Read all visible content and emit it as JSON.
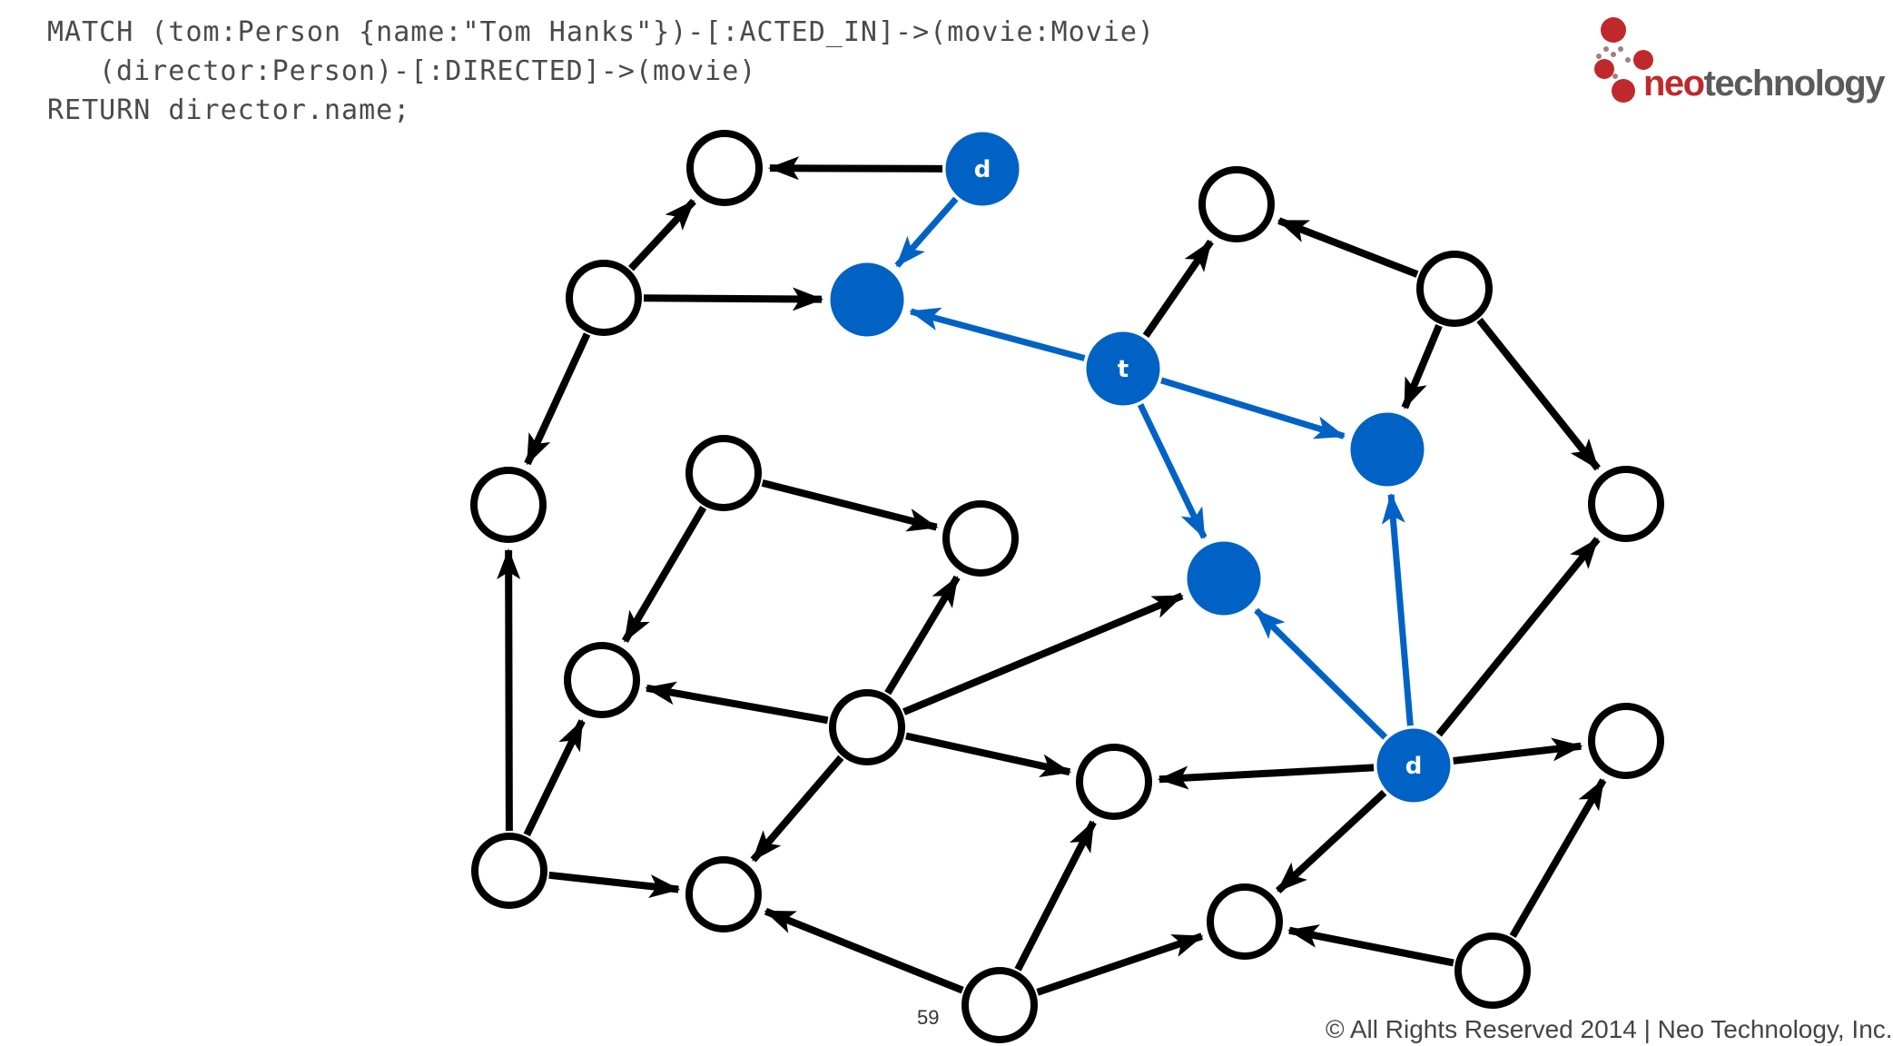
{
  "query": {
    "line1": "MATCH (tom:Person {name:\"Tom Hanks\"})-[:ACTED_IN]->(movie:Movie)",
    "line2": "(director:Person)-[:DIRECTED]->(movie)",
    "line3": "RETURN director.name;"
  },
  "logo": {
    "part1": "neo",
    "part2": "technology"
  },
  "page_number": "59",
  "copyright": "© All Rights Reserved 2014 | Neo Technology, Inc.",
  "colors": {
    "highlight": "#0062c4",
    "edge": "#000000",
    "logo_red": "#c0292b"
  },
  "graph": {
    "nodes": [
      {
        "id": "d1",
        "label": "d",
        "highlight": true
      },
      {
        "id": "m1",
        "label": "",
        "highlight": true
      },
      {
        "id": "t",
        "label": "t",
        "highlight": true
      },
      {
        "id": "m2",
        "label": "",
        "highlight": true
      },
      {
        "id": "m3",
        "label": "",
        "highlight": true
      },
      {
        "id": "d2",
        "label": "d",
        "highlight": true
      },
      {
        "id": "n_top",
        "label": "",
        "highlight": false
      },
      {
        "id": "n_left_upper",
        "label": "",
        "highlight": false
      },
      {
        "id": "n_left_mid",
        "label": "",
        "highlight": false
      },
      {
        "id": "n_mid_top",
        "label": "",
        "highlight": false
      },
      {
        "id": "n_mid_right",
        "label": "",
        "highlight": false
      },
      {
        "id": "n_mid_left",
        "label": "",
        "highlight": false
      },
      {
        "id": "n_center",
        "label": "",
        "highlight": false
      },
      {
        "id": "n_center_low",
        "label": "",
        "highlight": false
      },
      {
        "id": "n_left_bottom",
        "label": "",
        "highlight": false
      },
      {
        "id": "n_bottom_left",
        "label": "",
        "highlight": false
      },
      {
        "id": "n_bottom",
        "label": "",
        "highlight": false
      },
      {
        "id": "n_top_right",
        "label": "",
        "highlight": false
      },
      {
        "id": "n_right_upper",
        "label": "",
        "highlight": false
      },
      {
        "id": "n_far_right_mid",
        "label": "",
        "highlight": false
      },
      {
        "id": "n_far_right_low",
        "label": "",
        "highlight": false
      },
      {
        "id": "n_bottom_right",
        "label": "",
        "highlight": false
      },
      {
        "id": "n_bottom_far_right",
        "label": "",
        "highlight": false
      }
    ],
    "edges": [
      {
        "from": "d1",
        "to": "n_top",
        "highlight": false
      },
      {
        "from": "d1",
        "to": "m1",
        "highlight": true
      },
      {
        "from": "n_left_upper",
        "to": "n_top",
        "highlight": false
      },
      {
        "from": "n_left_upper",
        "to": "m1",
        "highlight": false
      },
      {
        "from": "n_left_upper",
        "to": "n_left_mid",
        "highlight": false
      },
      {
        "from": "t",
        "to": "m1",
        "highlight": true
      },
      {
        "from": "t",
        "to": "m2",
        "highlight": true
      },
      {
        "from": "t",
        "to": "m3",
        "highlight": true
      },
      {
        "from": "t",
        "to": "n_top_right",
        "highlight": false
      },
      {
        "from": "n_right_upper",
        "to": "n_top_right",
        "highlight": false
      },
      {
        "from": "n_right_upper",
        "to": "m2",
        "highlight": false
      },
      {
        "from": "n_right_upper",
        "to": "n_far_right_mid",
        "highlight": false
      },
      {
        "from": "d2",
        "to": "m2",
        "highlight": true
      },
      {
        "from": "d2",
        "to": "m3",
        "highlight": true
      },
      {
        "from": "d2",
        "to": "n_far_right_mid",
        "highlight": false
      },
      {
        "from": "d2",
        "to": "n_far_right_low",
        "highlight": false
      },
      {
        "from": "d2",
        "to": "n_center_low",
        "highlight": false
      },
      {
        "from": "d2",
        "to": "n_bottom_right",
        "highlight": false
      },
      {
        "from": "n_mid_top",
        "to": "n_mid_right",
        "highlight": false
      },
      {
        "from": "n_mid_top",
        "to": "n_mid_left",
        "highlight": false
      },
      {
        "from": "n_center",
        "to": "n_mid_left",
        "highlight": false
      },
      {
        "from": "n_center",
        "to": "n_mid_right",
        "highlight": false
      },
      {
        "from": "n_center",
        "to": "m3",
        "highlight": false
      },
      {
        "from": "n_center",
        "to": "n_center_low",
        "highlight": false
      },
      {
        "from": "n_center",
        "to": "n_bottom_left",
        "highlight": false
      },
      {
        "from": "n_left_bottom",
        "to": "n_left_mid",
        "highlight": false
      },
      {
        "from": "n_left_bottom",
        "to": "n_mid_left",
        "highlight": false
      },
      {
        "from": "n_left_bottom",
        "to": "n_bottom_left",
        "highlight": false
      },
      {
        "from": "n_bottom",
        "to": "n_bottom_left",
        "highlight": false
      },
      {
        "from": "n_bottom",
        "to": "n_center_low",
        "highlight": false
      },
      {
        "from": "n_bottom",
        "to": "n_bottom_right",
        "highlight": false
      },
      {
        "from": "n_bottom_far_right",
        "to": "n_bottom_right",
        "highlight": false
      },
      {
        "from": "n_bottom_far_right",
        "to": "n_far_right_low",
        "highlight": false
      }
    ]
  }
}
